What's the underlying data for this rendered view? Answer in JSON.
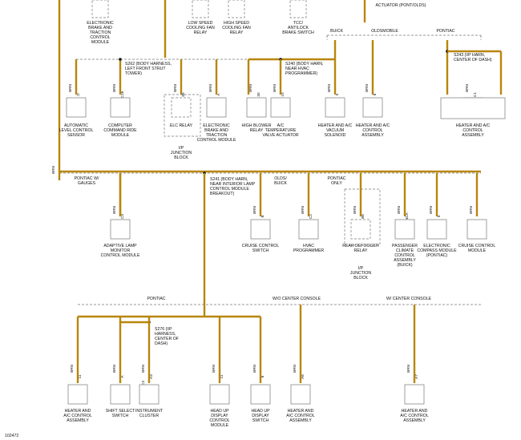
{
  "diagram": {
    "doc_id": "102472",
    "top_components": [
      "ELECTRONIC BRAKE AND TRACTION CONTROL MODULE",
      "LOW SPEED COOLING FAN RELAY",
      "HIGH SPEED COOLING FAN RELAY",
      "TCC/ ANTILOCK BRAKE SWITCH",
      "ACTUATOR (PONT/OLDS)"
    ],
    "variants_top": [
      "BUICK",
      "OLDSMOBILE",
      "PONTIAC"
    ],
    "splices": [
      "S262 (BODY HARNESS, LEFT FRONT STRUT TOWER)",
      "S240 (BODY HARN, NEAR HVAC PROGRAMMER)",
      "S243 (I/P HARN, CENTER OF DASH)",
      "S241 (BODY HARN, NEAR INTERIOR LAMP CONTROL MODULE BREAKOUT)",
      "S276 (I/P HARNESS, CENTER OF DASH)"
    ],
    "row1": [
      {
        "pin": "D",
        "terminal": "NCA",
        "name": "AUTOMATIC LEVEL CONTROL SENSOR"
      },
      {
        "pin": "C16",
        "terminal": "",
        "name": "COMPUTER COMMAND RIDE MODULE"
      },
      {
        "pin": "85",
        "terminal": "",
        "name": "ELC RELAY",
        "sub": "I/P JUNCTION BLOCK"
      },
      {
        "pin": "A",
        "terminal": "",
        "name": "ELECTRONIC BRAKE AND TRACTION CONTROL MODULE"
      },
      {
        "pin": "30",
        "terminal": "85",
        "name": "HIGH BLOWER RELAY"
      },
      {
        "pin": "10",
        "terminal": "",
        "name": "A/C TEMPERATURE VALVE ACTUATOR"
      },
      {
        "pin": "5",
        "terminal": "",
        "name": "HEATER AND A/C VACUUM SOLENOID"
      },
      {
        "pin": "8",
        "terminal": "C2",
        "name": "HEATER AND A/C CONTROL ASSEMBLY"
      },
      {
        "pin": "C1",
        "terminal": "C2",
        "name": "HEATER AND A/C CONTROL ASSEMBLY"
      }
    ],
    "mid_labels": [
      "PONTIAC W/ GAUGES",
      "OLDS/ BUICK",
      "PONTIAC ONLY"
    ],
    "row2": [
      {
        "pin": "C3",
        "terminal": "N",
        "name": "ADAPTIVE LAMP MONITOR CONTROL MODULE"
      },
      {
        "pin": "B",
        "terminal": "E",
        "name": "CRUISE CONTROL SWITCH"
      },
      {
        "pin": "C2",
        "terminal": "C2",
        "name": "HVAC PROGRAMMER"
      },
      {
        "pin": "B6",
        "terminal": "",
        "name": "REAR DEFOGGER RELAY",
        "sub": "I/P JUNCTION BLOCK"
      },
      {
        "pin": "NCA",
        "terminal": "A",
        "name": "PASSENGER CLIMATE CONTROL ASSEMBLY (BUICK)"
      },
      {
        "pin": "9",
        "terminal": "",
        "name": "ELECTRONIC COMPASS MODULE (PONTIAC)"
      },
      {
        "pin": "",
        "terminal": "",
        "name": "CRUISE CONTROL MODULE"
      }
    ],
    "bottom_labels": [
      "PONTIAC",
      "W/O CENTER CONSOLE",
      "W/ CENTER CONSOLE"
    ],
    "row3": [
      {
        "pin": "11",
        "terminal": "",
        "name": "HEATER AND A/C CONTROL ASSEMBLY"
      },
      {
        "pin": "A",
        "terminal": "",
        "name": "SHIFT SELECT SWITCH"
      },
      {
        "pin": "A3",
        "terminal": "C3",
        "name": "INSTRUMENT CLUSTER"
      },
      {
        "pin": "11",
        "terminal": "",
        "name": "HEAD UP DISPLAY CONTROL MODULE"
      },
      {
        "pin": "6",
        "terminal": "",
        "name": "HEAD UP DISPLAY SWITCH"
      },
      {
        "pin": "A6",
        "terminal": "",
        "name": "HEATER AND A/C CONTROL ASSEMBLY"
      },
      {
        "pin": "A7",
        "terminal": "",
        "name": "HEATER AND A/C CONTROL ASSEMBLY"
      }
    ],
    "wire_color": "BRN",
    "wire_hex": "#b8860b"
  }
}
